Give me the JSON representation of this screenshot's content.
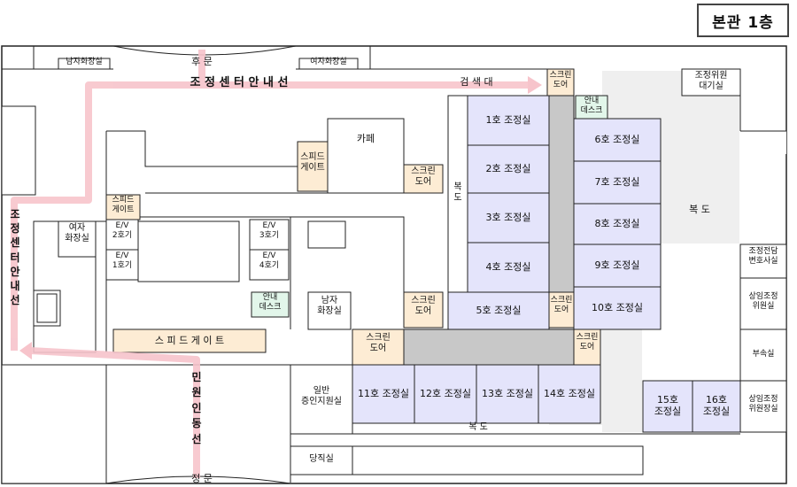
{
  "title": "본관 1층",
  "colors": {
    "room": "#e4e4fb",
    "screen_door": "#fdecd4",
    "info_desk": "#e2f6ea",
    "gray": "#c8c8c8",
    "corridor": "#efefef",
    "route": "#f7c4cb"
  },
  "labels": {
    "back_gate": "후     문",
    "front_gate": "정     문",
    "mens_restroom_top": "남자화장실",
    "womens_restroom_top": "여자화장실",
    "route_horizontal": "조 정 센 터   안 내 선",
    "route_vertical_left": "조정센터안내선",
    "route_vertical_bottom": "민원인동선",
    "search_desk": "검 색 대",
    "screen_door_1": "스크린\n도어",
    "screen_door_2": "스크린\n도어",
    "screen_door_3": "스크린\n도어",
    "screen_door_4": "스크린\n도어",
    "screen_door_5": "스크린\n도어",
    "screen_door_6": "스크린\n도어",
    "info_desk_1": "안내\n데스크",
    "info_desk_2": "안내\n데스크",
    "mediation_committee_lounge": "조정위원\n대기실",
    "cafe": "카페",
    "speed_gate_1": "스피드\n게이트",
    "speed_gate_2": "스피드\n게이트",
    "speed_gate_3": "스 피 드 게 이 트",
    "womens_restroom": "여자\n화장실",
    "mens_restroom": "남자\n화장실",
    "ev_2": "E/V\n2호기",
    "ev_1": "E/V\n1호기",
    "ev_3": "E/V\n3호기",
    "ev_4": "E/V\n4호기",
    "corridor_vertical": "복\n도",
    "corridor_right": "복 도",
    "corridor_bottom": "복 도",
    "attorney_room": "조정전담\n변호사실",
    "standing_committee_room": "상임조정\n위원실",
    "annex_room": "부속실",
    "standing_committee_head_room": "상임조정\n위원장실",
    "witness_support_room": "일반\n증인지원실",
    "duty_room": "당직실"
  },
  "rooms": [
    "1호 조정실",
    "2호 조정실",
    "3호 조정실",
    "4호 조정실",
    "5호 조정실",
    "6호 조정실",
    "7호 조정실",
    "8호 조정실",
    "9호 조정실",
    "10호 조정실",
    "11호 조정실",
    "12호 조정실",
    "13호 조정실",
    "14호 조정실",
    "15호\n조정실",
    "16호\n조정실"
  ]
}
